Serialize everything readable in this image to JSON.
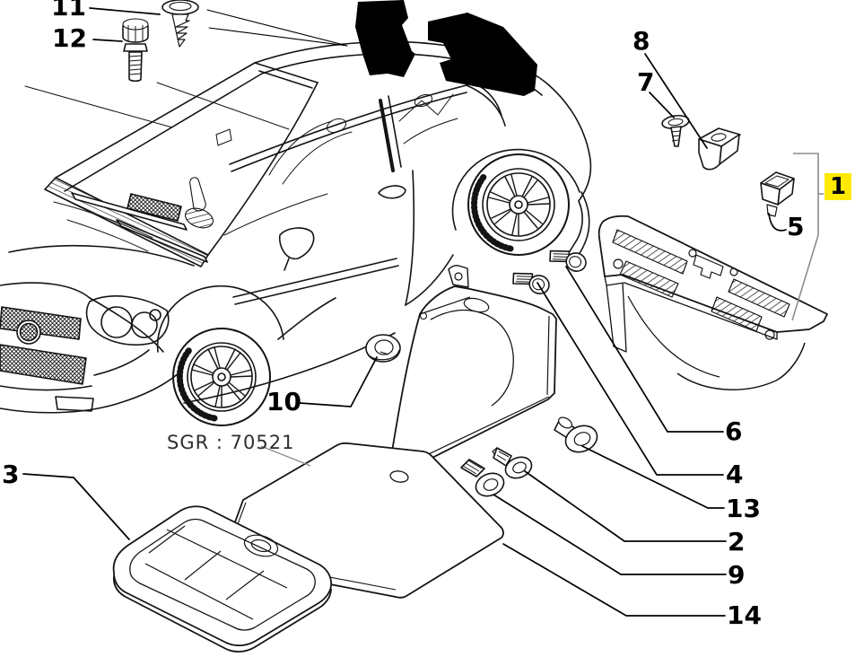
{
  "diagram": {
    "type": "exploded-parts-diagram",
    "subject": "hatchback-luggage-compartment-trim",
    "highlight_color": "#FFE900",
    "line_color": "#141414",
    "group_ref": {
      "label": "SGR : 70521"
    },
    "callouts": [
      {
        "id": "11",
        "label": "11",
        "part": "fir-tree-push-pin",
        "highlighted": false
      },
      {
        "id": "12",
        "label": "12",
        "part": "hex-shoulder-bolt",
        "highlighted": false
      },
      {
        "id": "8",
        "label": "8",
        "part": "mounting-clip-nut",
        "highlighted": false
      },
      {
        "id": "7",
        "label": "7",
        "part": "self-tapping-screw",
        "highlighted": false
      },
      {
        "id": "1",
        "label": "1",
        "part": "load-sill-trim-panel",
        "highlighted": true
      },
      {
        "id": "5",
        "label": "5",
        "part": "push-clip",
        "highlighted": false
      },
      {
        "id": "10",
        "label": "10",
        "part": "rubber-grommet",
        "highlighted": false
      },
      {
        "id": "6",
        "label": "6",
        "part": "hex-flange-screw",
        "highlighted": false
      },
      {
        "id": "4",
        "label": "4",
        "part": "hex-flange-screw",
        "highlighted": false
      },
      {
        "id": "13",
        "label": "13",
        "part": "screw-with-large-washer",
        "highlighted": false
      },
      {
        "id": "2",
        "label": "2",
        "part": "tapping-screw-with-washer",
        "highlighted": false
      },
      {
        "id": "9",
        "label": "9",
        "part": "expansion-rivet",
        "highlighted": false
      },
      {
        "id": "14",
        "label": "14",
        "part": "boot-floor-mat",
        "highlighted": false
      },
      {
        "id": "3",
        "label": "3",
        "part": "tool-tray",
        "highlighted": false
      }
    ]
  }
}
